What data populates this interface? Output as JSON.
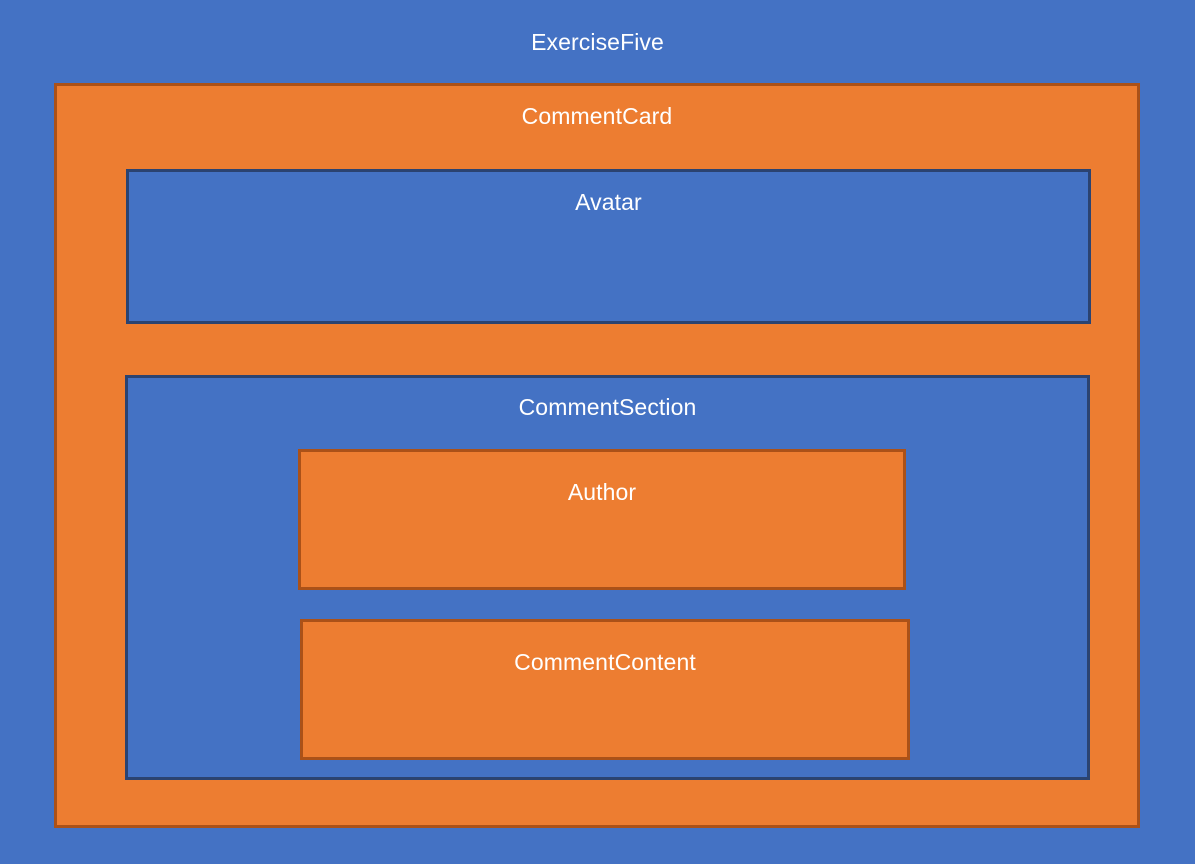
{
  "diagram": {
    "type": "nested-component-hierarchy",
    "root": {
      "name": "root-node",
      "label": "ExerciseFive",
      "fill": "#4472C4",
      "text_color": "#FFFFFF",
      "depth": 0
    },
    "palette": {
      "blue_fill": "#4472C4",
      "blue_border": "#2B4371",
      "orange_fill": "#ED7D31",
      "orange_border": "#AB5118",
      "label_color": "#FFFFFF"
    },
    "nodes": {
      "comment_card": {
        "label": "CommentCard",
        "fill": "#ED7D31",
        "border": "#AB5118",
        "depth": 1
      },
      "avatar": {
        "label": "Avatar",
        "fill": "#4472C4",
        "border": "#2B4371",
        "depth": 2
      },
      "comment_section": {
        "label": "CommentSection",
        "fill": "#4472C4",
        "border": "#2B4371",
        "depth": 2
      },
      "author": {
        "label": "Author",
        "fill": "#ED7D31",
        "border": "#AB5118",
        "depth": 3
      },
      "comment_content": {
        "label": "CommentContent",
        "fill": "#ED7D31",
        "border": "#AB5118",
        "depth": 3
      }
    }
  }
}
